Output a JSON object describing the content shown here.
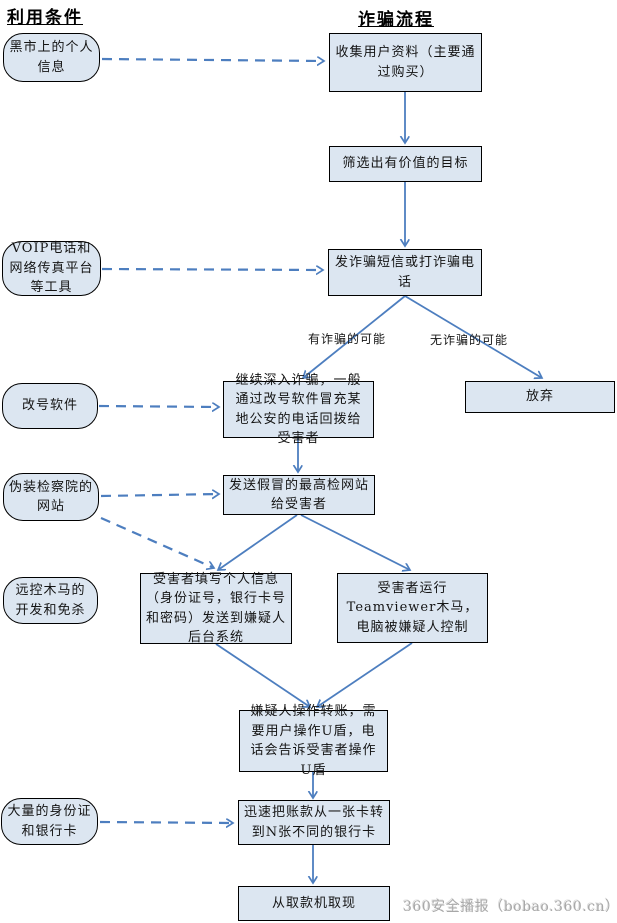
{
  "page": {
    "left_heading": "利用条件",
    "right_heading": "诈骗流程",
    "watermark": "360安全播报（bobao.360.cn）"
  },
  "colors": {
    "node_fill": "#dce6f1",
    "node_border": "#000000",
    "arrow_blue": "#4d7ebf",
    "watermark_gray": "#a8a8a8"
  },
  "conditions": [
    {
      "id": "black-market-info",
      "text": "黑市上的个人信息"
    },
    {
      "id": "voip-platforms",
      "text": "VOIP电话和网络传真平台等工具"
    },
    {
      "id": "number-spoofing-software",
      "text": "改号软件"
    },
    {
      "id": "fake-procuratorate-site",
      "text": "伪装检察院的网站"
    },
    {
      "id": "rat-development",
      "text": "远控木马的开发和免杀"
    },
    {
      "id": "bulk-ids-bank-cards",
      "text": "大量的身份证和银行卡"
    }
  ],
  "steps": [
    {
      "id": "collect-user-data",
      "text": "收集用户资料（主要通过购买）"
    },
    {
      "id": "filter-targets",
      "text": "筛选出有价值的目标"
    },
    {
      "id": "send-scam-contact",
      "text": "发诈骗短信或打诈骗电话"
    },
    {
      "id": "deepen-scam",
      "text": "继续深入诈骗，一般通过改号软件冒充某地公安的电话回拨给受害者"
    },
    {
      "id": "give-up",
      "text": "放弃"
    },
    {
      "id": "send-fake-site",
      "text": "发送假冒的最高检网站给受害者"
    },
    {
      "id": "victim-fills-info",
      "text": "受害者填写个人信息（身份证号，银行卡号和密码）发送到嫌疑人后台系统"
    },
    {
      "id": "victim-runs-trojan",
      "text": "受害者运行Teamviewer木马，电脑被嫌疑人控制"
    },
    {
      "id": "suspect-transfers",
      "text": "嫌疑人操作转账，需要用户操作U盾，电话会告诉受害者操作U盾"
    },
    {
      "id": "split-to-n-cards",
      "text": "迅速把账款从一张卡转到N张不同的银行卡"
    },
    {
      "id": "atm-withdraw",
      "text": "从取款机取现"
    }
  ],
  "branch_labels": {
    "possible": "有诈骗的可能",
    "impossible": "无诈骗的可能"
  }
}
